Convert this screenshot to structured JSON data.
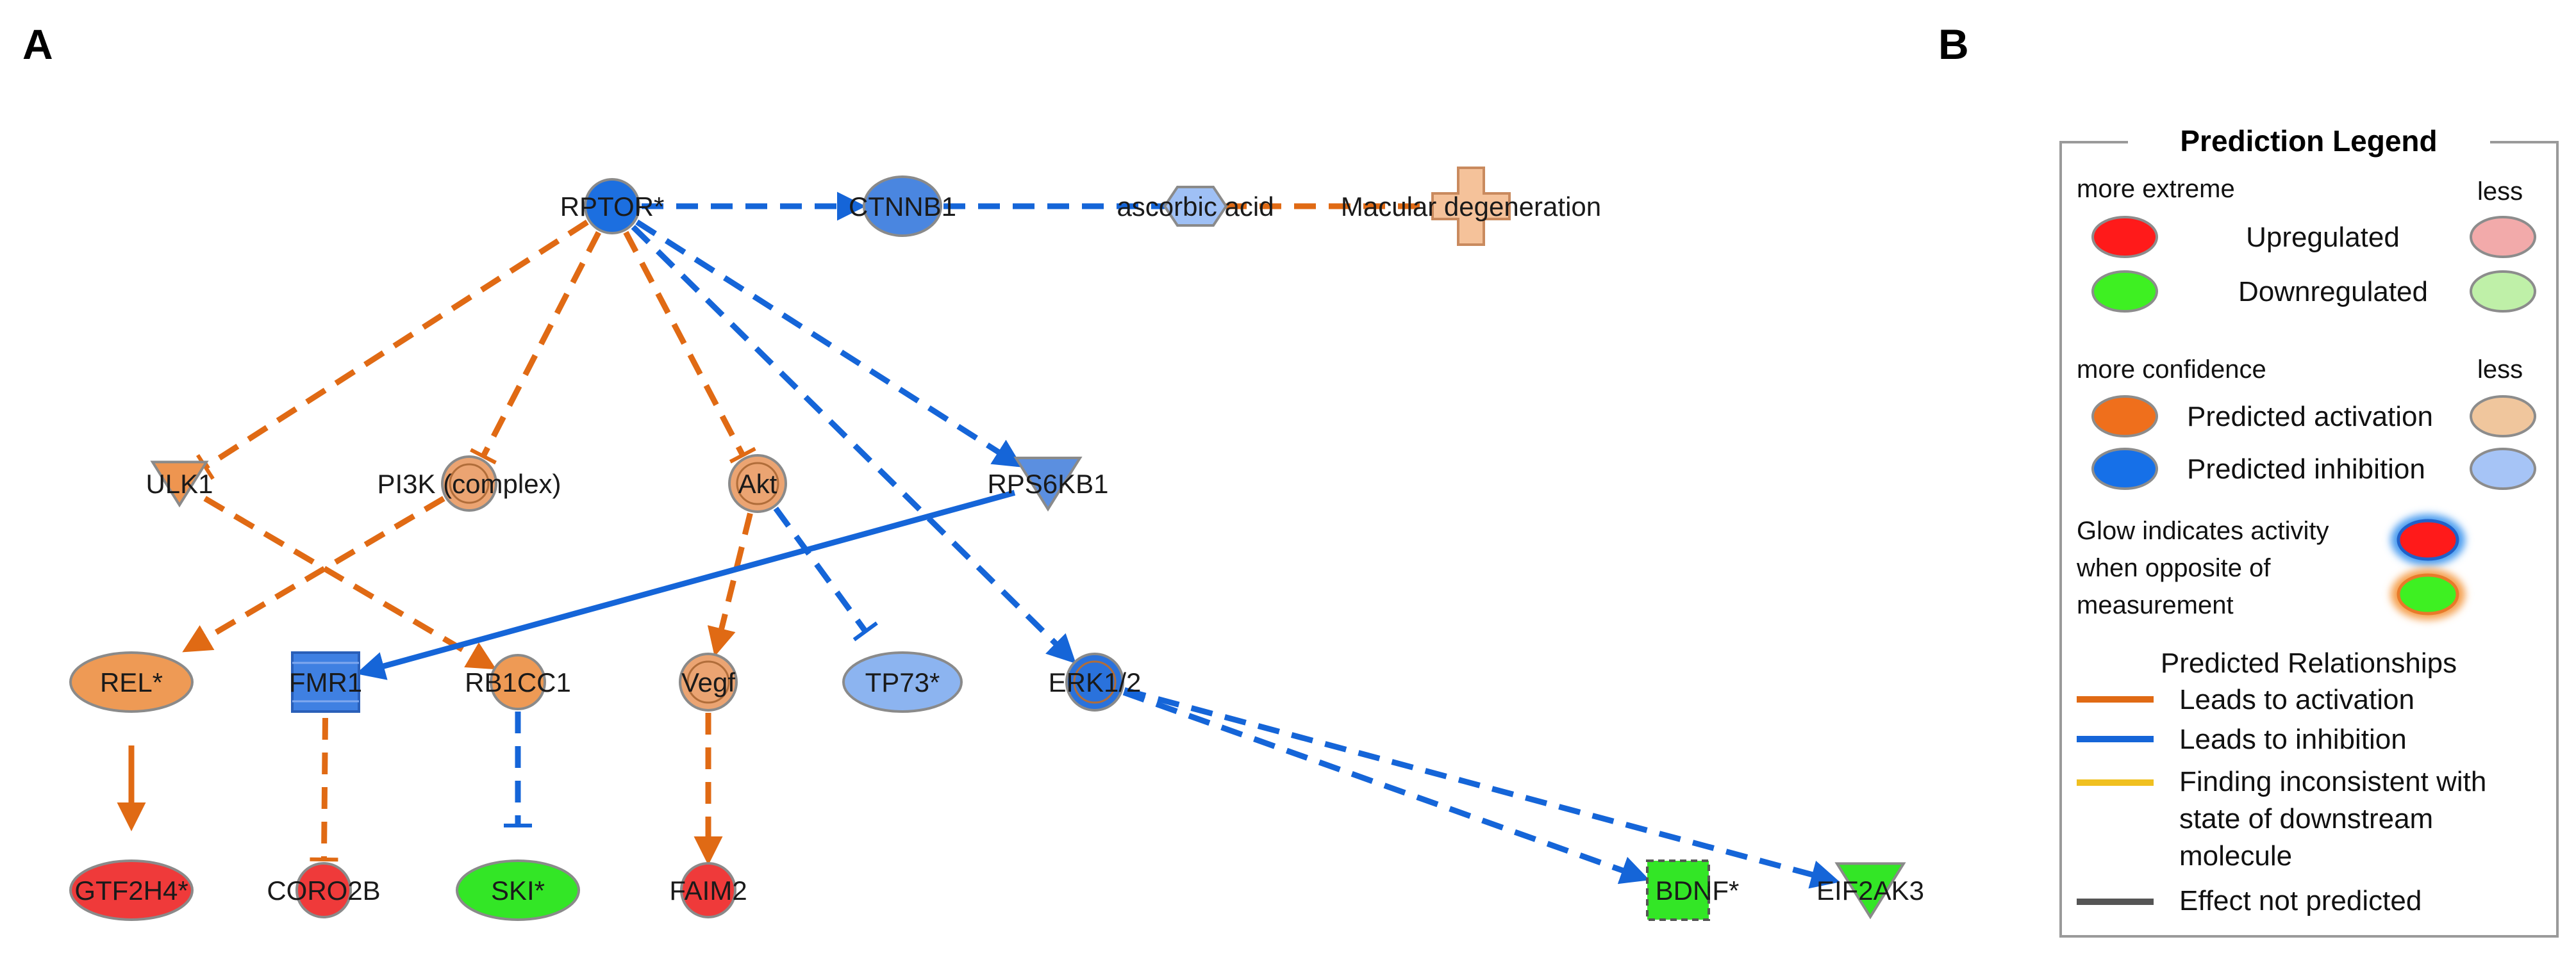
{
  "panels": {
    "a": "A",
    "b": "B"
  },
  "colors": {
    "activation_edge": "#e06a14",
    "inhibition_edge": "#1565d8",
    "inconsistent_edge": "#f0c020",
    "not_predicted_edge": "#555555",
    "node_outline": "#8a8a8a"
  },
  "network": {
    "nodes": [
      {
        "id": "rptor",
        "label": "RPTOR*",
        "shape": "circle",
        "fill": "#1c6fe0",
        "state": "predicted-inhibition"
      },
      {
        "id": "ctnnb1",
        "label": "CTNNB1",
        "shape": "ellipse",
        "fill": "#4a86e0",
        "state": "predicted-inhibition"
      },
      {
        "id": "ascorbic",
        "label": "ascorbic acid",
        "shape": "hexagon",
        "fill": "#9fc0f5",
        "state": "predicted-inhibition"
      },
      {
        "id": "macular",
        "label": "Macular degeneration",
        "shape": "cross",
        "fill": "#f5c29a",
        "state": "predicted-activation"
      },
      {
        "id": "ulk1",
        "label": "ULK1",
        "shape": "triangle-down",
        "fill": "#ee9550",
        "state": "predicted-activation"
      },
      {
        "id": "pi3k",
        "label": "PI3K (complex)",
        "shape": "double-circle",
        "fill": "#eba472",
        "state": "predicted-activation"
      },
      {
        "id": "akt",
        "label": "Akt",
        "shape": "double-circle",
        "fill": "#eba472",
        "state": "predicted-activation"
      },
      {
        "id": "rps6kb1",
        "label": "RPS6KB1",
        "shape": "triangle-down",
        "fill": "#5b8fe0",
        "state": "predicted-inhibition"
      },
      {
        "id": "rel",
        "label": "REL*",
        "shape": "ellipse",
        "fill": "#ee9a55",
        "state": "predicted-activation"
      },
      {
        "id": "fmr1",
        "label": "FMR1",
        "shape": "trapezoid",
        "fill": "#3f80e2",
        "state": "predicted-inhibition"
      },
      {
        "id": "rb1cc1",
        "label": "RB1CC1",
        "shape": "circle",
        "fill": "#ee9a55",
        "state": "predicted-activation"
      },
      {
        "id": "vegf",
        "label": "Vegf",
        "shape": "double-circle",
        "fill": "#eba472",
        "state": "predicted-activation"
      },
      {
        "id": "tp73",
        "label": "TP73*",
        "shape": "ellipse",
        "fill": "#8cb4f0",
        "state": "predicted-inhibition"
      },
      {
        "id": "erk",
        "label": "ERK1/2",
        "shape": "double-circle",
        "fill": "#2a72dc",
        "state": "predicted-inhibition"
      },
      {
        "id": "gtf2h4",
        "label": "GTF2H4*",
        "shape": "ellipse",
        "fill": "#ef3a3a",
        "state": "upregulated"
      },
      {
        "id": "coro2b",
        "label": "CORO2B",
        "shape": "circle",
        "fill": "#ef3a3a",
        "state": "upregulated"
      },
      {
        "id": "ski",
        "label": "SKI*",
        "shape": "ellipse",
        "fill": "#33e626",
        "state": "downregulated"
      },
      {
        "id": "faim2",
        "label": "FAIM2",
        "shape": "circle",
        "fill": "#ef3a3a",
        "state": "upregulated"
      },
      {
        "id": "bdnf",
        "label": "BDNF*",
        "shape": "square-dashed",
        "fill": "#33e626",
        "state": "downregulated"
      },
      {
        "id": "eif2ak3",
        "label": "EIF2AK3",
        "shape": "triangle-down",
        "fill": "#33e626",
        "state": "downregulated"
      }
    ],
    "edges": [
      {
        "from": "rptor",
        "to": "ctnnb1",
        "effect": "inhibition",
        "head": "arrow"
      },
      {
        "from": "ctnnb1",
        "to": "ascorbic",
        "effect": "inhibition",
        "head": "none"
      },
      {
        "from": "ascorbic",
        "to": "macular",
        "effect": "activation",
        "head": "none"
      },
      {
        "from": "rptor",
        "to": "ulk1",
        "effect": "activation",
        "head": "bar"
      },
      {
        "from": "rptor",
        "to": "pi3k",
        "effect": "activation",
        "head": "bar"
      },
      {
        "from": "rptor",
        "to": "akt",
        "effect": "activation",
        "head": "bar"
      },
      {
        "from": "rptor",
        "to": "rps6kb1",
        "effect": "inhibition",
        "head": "arrow"
      },
      {
        "from": "rptor",
        "to": "erk",
        "effect": "inhibition",
        "head": "arrow"
      },
      {
        "from": "ulk1",
        "to": "rb1cc1",
        "effect": "activation",
        "head": "arrow"
      },
      {
        "from": "pi3k",
        "to": "rel",
        "effect": "activation",
        "head": "arrow"
      },
      {
        "from": "akt",
        "to": "vegf",
        "effect": "activation",
        "head": "arrow"
      },
      {
        "from": "akt",
        "to": "tp73",
        "effect": "inhibition",
        "head": "bar"
      },
      {
        "from": "rps6kb1",
        "to": "fmr1",
        "effect": "inhibition",
        "head": "arrow",
        "solid": true
      },
      {
        "from": "rel",
        "to": "gtf2h4",
        "effect": "activation",
        "head": "arrow",
        "solid": true
      },
      {
        "from": "fmr1",
        "to": "coro2b",
        "effect": "activation",
        "head": "bar"
      },
      {
        "from": "rb1cc1",
        "to": "ski",
        "effect": "inhibition",
        "head": "bar"
      },
      {
        "from": "vegf",
        "to": "faim2",
        "effect": "activation",
        "head": "arrow"
      },
      {
        "from": "erk",
        "to": "bdnf",
        "effect": "inhibition",
        "head": "arrow"
      },
      {
        "from": "erk",
        "to": "eif2ak3",
        "effect": "inhibition",
        "head": "arrow"
      }
    ]
  },
  "legend": {
    "title": "Prediction Legend",
    "more_extreme": "more extreme",
    "less_1": "less",
    "upregulated": "Upregulated",
    "downregulated": "Downregulated",
    "more_confidence": "more confidence",
    "less_2": "less",
    "predicted_activation": "Predicted activation",
    "predicted_inhibition": "Predicted inhibition",
    "glow_line1": "Glow indicates activity",
    "glow_line2": "when opposite of",
    "glow_line3": "measurement",
    "relationships_title": "Predicted Relationships",
    "leads_activation": "Leads to activation",
    "leads_inhibition": "Leads to inhibition",
    "inconsistent_line1": "Finding inconsistent with",
    "inconsistent_line2": "state of downstream",
    "inconsistent_line3": "molecule",
    "not_predicted": "Effect not predicted",
    "swatches": {
      "up_strong": "#ff1a1a",
      "up_light": "#f2aaaa",
      "down_strong": "#3ef022",
      "down_light": "#bff0a8",
      "act_strong": "#ef6f1c",
      "act_light": "#f0c69d",
      "inh_strong": "#1670e8",
      "inh_light": "#a6c4f6",
      "glow_blue": "#4a9cf0",
      "glow_orange": "#f5a050"
    }
  }
}
